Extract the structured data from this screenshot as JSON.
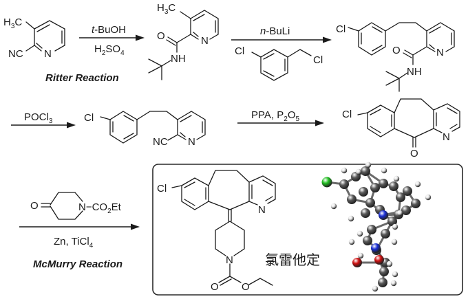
{
  "scheme": {
    "title": "Loratadine synthesis scheme",
    "steps": [
      {
        "id": "step1",
        "reagent_above": {
          "prefix_italic": "t",
          "text": "-BuOH"
        },
        "reagent_below": {
          "parts": [
            "H",
            "2",
            "SO",
            "4"
          ]
        },
        "reaction_name": "Ritter Reaction"
      },
      {
        "id": "step2",
        "reagent_above": {
          "prefix_italic": "n",
          "text": "-BuLi"
        },
        "reagent_below_structure": "3-chlorobenzyl chloride"
      },
      {
        "id": "step3",
        "reagent_above": {
          "parts": [
            "POCl",
            "3"
          ]
        }
      },
      {
        "id": "step4",
        "reagent_above": {
          "parts": [
            "PPA, P",
            "2",
            "O",
            "5"
          ]
        }
      },
      {
        "id": "step5",
        "reagent_above_structure": "N-ethoxycarbonyl-4-piperidone",
        "reagent_below": {
          "parts": [
            "Zn, TiCl",
            "4"
          ]
        },
        "reaction_name": "McMurry Reaction"
      }
    ],
    "atom_labels": {
      "h3c": [
        "H",
        "3",
        "C"
      ],
      "nc": "NC",
      "n": "N",
      "o": "O",
      "nh": "NH",
      "cl": "Cl",
      "co2et": [
        "N−CO",
        "2",
        "Et"
      ]
    },
    "product_name_cn": "氯雷他定",
    "model_colors": {
      "carbon": "#5a5a5a",
      "hydrogen": "#e6e6e6",
      "nitrogen": "#1a2fd6",
      "oxygen": "#d01010",
      "chlorine": "#22c022"
    }
  }
}
